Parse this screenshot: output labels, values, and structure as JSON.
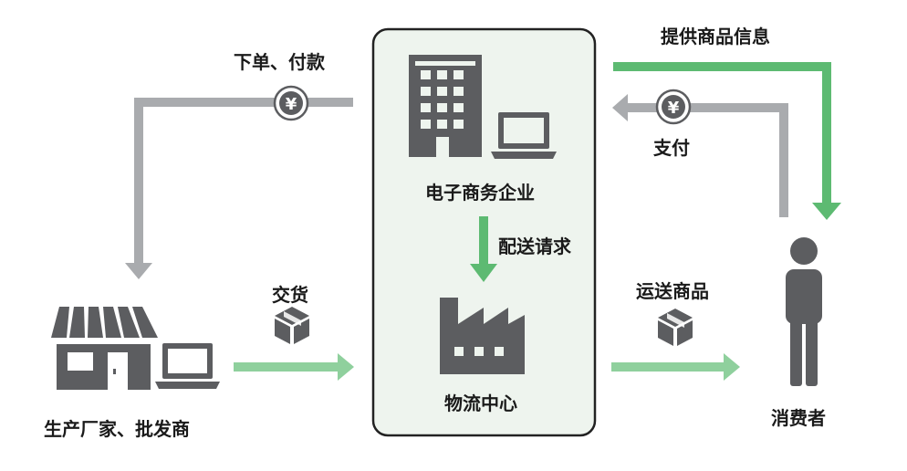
{
  "nodes": {
    "ecommerce": "电子商务企业",
    "logistics": "物流中心",
    "manufacturer": "生产厂家、批发商",
    "consumer": "消费者"
  },
  "flows": {
    "order_payment": "下单、付款",
    "provide_info": "提供商品信息",
    "pay": "支付",
    "delivery_request": "配送请求",
    "deliver_goods": "交货",
    "ship_goods": "运送商品"
  },
  "icons": {
    "currency": "yen-coin-icon",
    "package": "package-box-icon",
    "building": "office-building-icon",
    "laptop": "laptop-icon",
    "factory": "factory-icon",
    "store": "storefront-icon",
    "person": "person-icon"
  },
  "colors": {
    "gray_arrow": "#a9abae",
    "green_arrow": "#5dba72",
    "light_green_arrow": "#8fd09d",
    "icon_dark": "#5c5d60",
    "panel_bg": "#eef4ee",
    "panel_border": "#222222"
  },
  "coin_symbol": "¥"
}
